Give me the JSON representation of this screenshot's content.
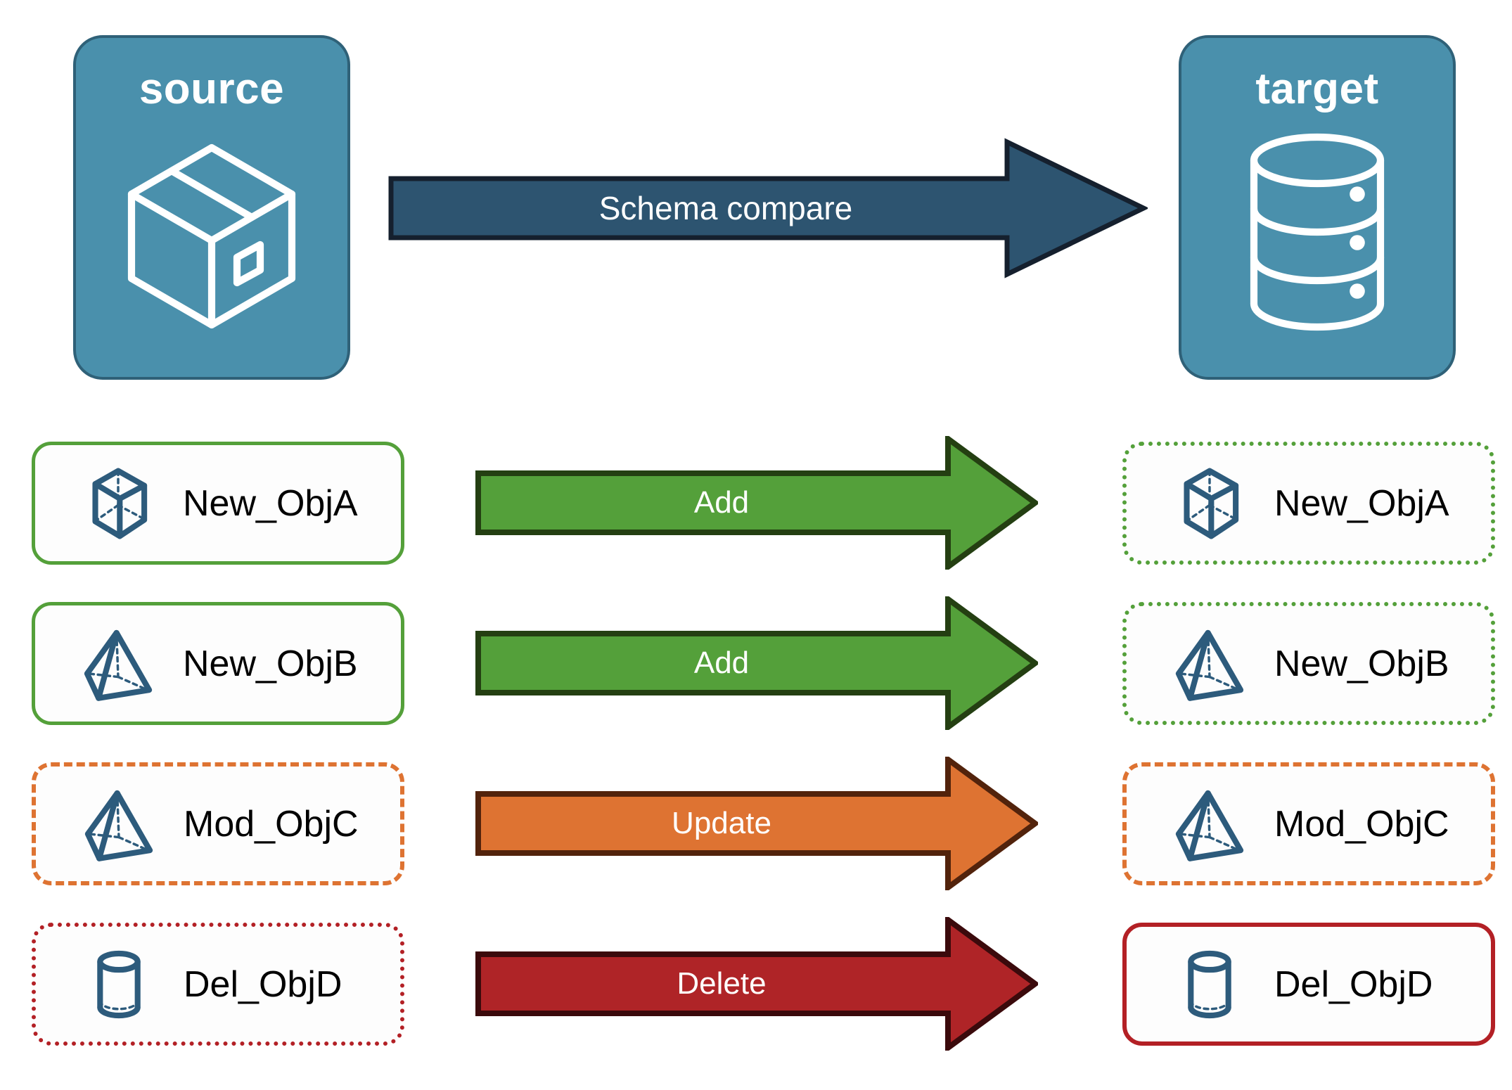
{
  "diagram": {
    "title": "Schema compare",
    "endpoints": [
      {
        "id": "source",
        "label": "source",
        "icon": "package-box-icon"
      },
      {
        "id": "target",
        "label": "target",
        "icon": "database-cylinder-icon"
      }
    ],
    "main_arrow": {
      "label": "Schema compare",
      "fill": "#2D5470",
      "stroke": "#15202E"
    },
    "rows": [
      {
        "action": "Add",
        "arrow_fill": "#54A03A",
        "arrow_stroke": "#243F12",
        "source": {
          "label": "New_ObjA",
          "icon": "wireframe-cube-icon",
          "border_style": "solid",
          "border_color": "#54A03A"
        },
        "target": {
          "label": "New_ObjA",
          "icon": "wireframe-cube-icon",
          "border_style": "dotted",
          "border_color": "#54A03A"
        }
      },
      {
        "action": "Add",
        "arrow_fill": "#54A03A",
        "arrow_stroke": "#243F12",
        "source": {
          "label": "New_ObjB",
          "icon": "wireframe-pyramid-icon",
          "border_style": "solid",
          "border_color": "#54A03A"
        },
        "target": {
          "label": "New_ObjB",
          "icon": "wireframe-pyramid-icon",
          "border_style": "dotted",
          "border_color": "#54A03A"
        }
      },
      {
        "action": "Update",
        "arrow_fill": "#DE7332",
        "arrow_stroke": "#52230C",
        "source": {
          "label": "Mod_ObjC",
          "icon": "wireframe-pyramid-icon",
          "border_style": "dashed",
          "border_color": "#DE7332"
        },
        "target": {
          "label": "Mod_ObjC",
          "icon": "wireframe-pyramid-icon",
          "border_style": "dashed",
          "border_color": "#DE7332"
        }
      },
      {
        "action": "Delete",
        "arrow_fill": "#AF2427",
        "arrow_stroke": "#3B0A0C",
        "source": {
          "label": "Del_ObjD",
          "icon": "wireframe-cylinder-icon",
          "border_style": "dotted",
          "border_color": "#B32025"
        },
        "target": {
          "label": "Del_ObjD",
          "icon": "wireframe-cylinder-icon",
          "border_style": "solid",
          "border_color": "#B32025"
        }
      }
    ],
    "colors": {
      "endpoint_fill": "#4A90AC",
      "endpoint_stroke": "#2F6178",
      "object_icon": "#2D5B7C",
      "add": "#54A03A",
      "update": "#DE7332",
      "delete": "#B32025",
      "compare": "#2D5470",
      "background": "#FFFFFF"
    }
  }
}
